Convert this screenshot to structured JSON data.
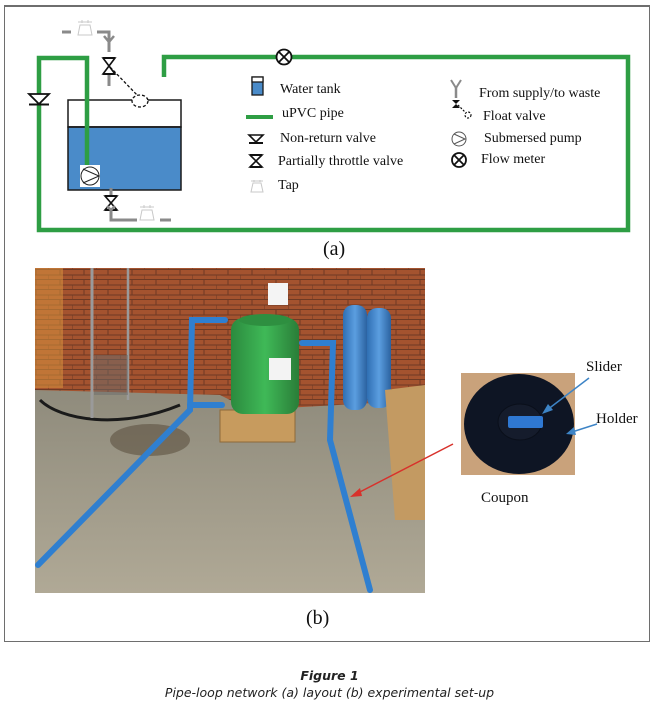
{
  "figure": {
    "title": "Figure 1",
    "caption": "Pipe-loop network (a) layout (b) experimental set-up"
  },
  "panel_a": {
    "label": "(a)",
    "legend": [
      {
        "icon": "water-tank-icon",
        "label": "Water tank"
      },
      {
        "icon": "upvc-pipe-icon",
        "label": "uPVC pipe"
      },
      {
        "icon": "non-return-valve-icon",
        "label": "Non-return valve"
      },
      {
        "icon": "throttle-valve-icon",
        "label": "Partially throttle valve"
      },
      {
        "icon": "tap-icon",
        "label": "Tap"
      },
      {
        "icon": "supply-waste-icon",
        "label": "From supply/to waste"
      },
      {
        "icon": "float-valve-icon",
        "label": "Float valve"
      },
      {
        "icon": "submersed-pump-icon",
        "label": "Submersed pump"
      },
      {
        "icon": "flow-meter-icon",
        "label": "Flow meter"
      }
    ],
    "colors": {
      "pipe": "#2e9e44",
      "water": "#4a8bc9",
      "grey_line": "#8a8a8a"
    }
  },
  "panel_b": {
    "label": "(b)",
    "coupon_labels": {
      "slider": "Slider",
      "holder": "Holder",
      "coupon": "Coupon"
    },
    "colors": {
      "arrow_red": "#d8312b",
      "arrow_blue": "#3d84c6"
    }
  }
}
